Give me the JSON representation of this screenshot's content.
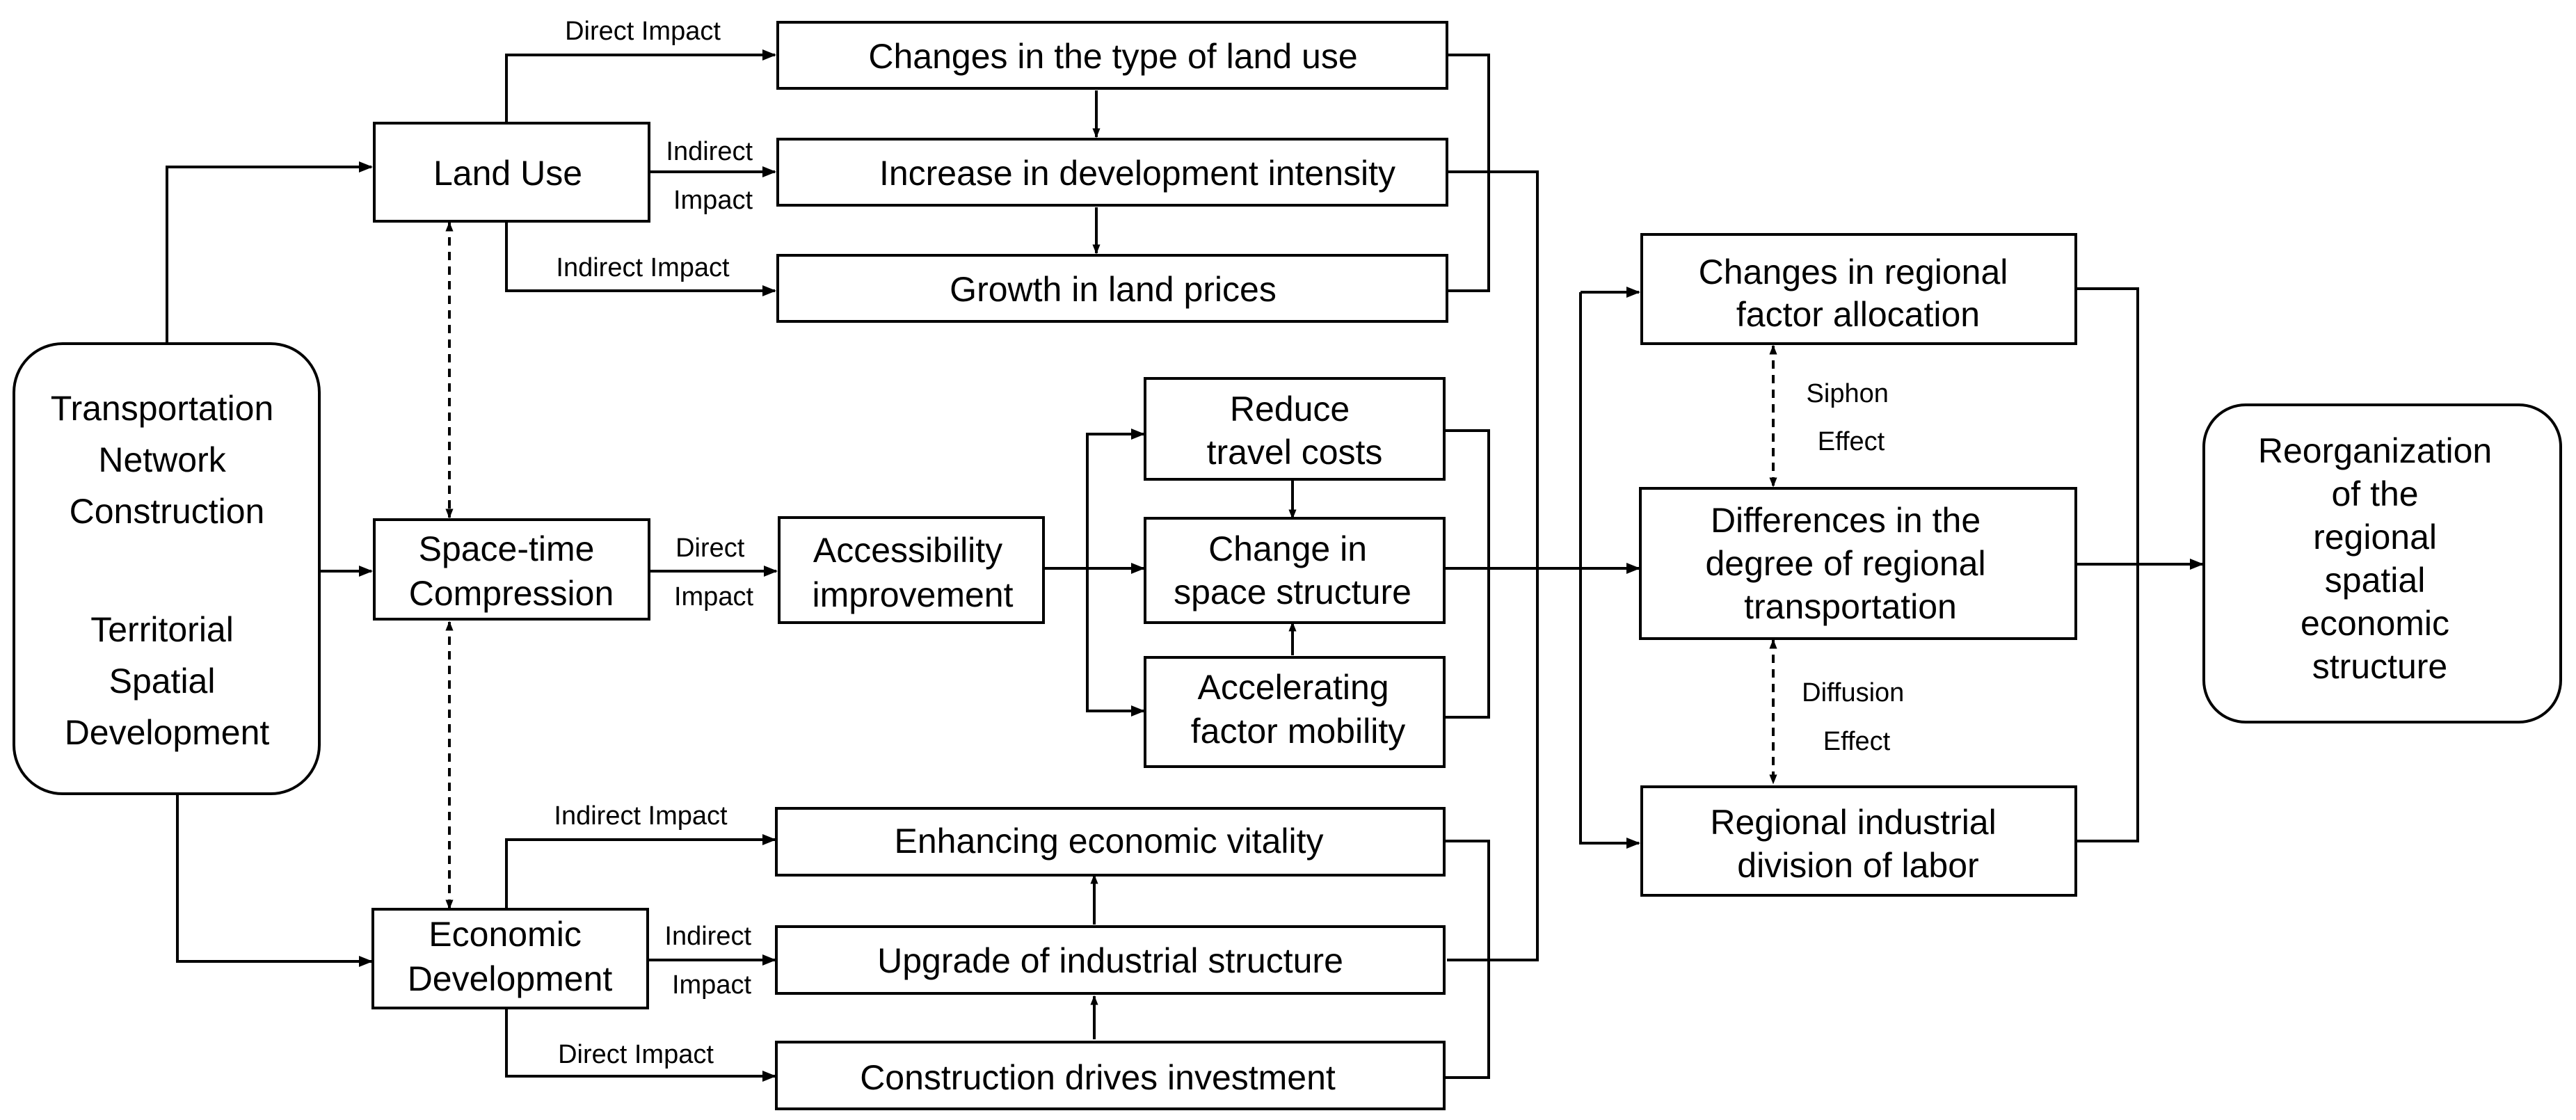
{
  "nodes": {
    "tn": {
      "lines": [
        "Transportation",
        "Network",
        "Construction"
      ]
    },
    "tsd": {
      "lines": [
        "Territorial",
        "Spatial",
        "Development"
      ]
    },
    "landuse": {
      "lines": [
        "Land Use"
      ]
    },
    "stc": {
      "lines": [
        "Space-time",
        "Compression"
      ]
    },
    "econ": {
      "lines": [
        "Economic",
        "Development"
      ]
    },
    "lu1": {
      "lines": [
        "Changes in the type of land use"
      ]
    },
    "lu2": {
      "lines": [
        "Increase in development intensity"
      ]
    },
    "lu3": {
      "lines": [
        "Growth in land prices"
      ]
    },
    "acc": {
      "lines": [
        "Accessibility",
        "improvement"
      ]
    },
    "rtc": {
      "lines": [
        "Reduce",
        "travel costs"
      ]
    },
    "css": {
      "lines": [
        "Change in",
        "space structure"
      ]
    },
    "afm": {
      "lines": [
        "Accelerating",
        "factor mobility"
      ]
    },
    "ev1": {
      "lines": [
        "Enhancing economic vitality"
      ]
    },
    "ev2": {
      "lines": [
        "Upgrade of industrial structure"
      ]
    },
    "ev3": {
      "lines": [
        "Construction drives investment"
      ]
    },
    "rfa": {
      "lines": [
        "Changes in regional",
        "factor allocation"
      ]
    },
    "drt": {
      "lines": [
        "Differences in the",
        "degree of regional",
        "transportation"
      ]
    },
    "rid": {
      "lines": [
        "Regional industrial",
        "division of labor"
      ]
    },
    "reorg": {
      "lines": [
        "Reorganization",
        "of the",
        "regional",
        "spatial",
        "economic",
        "structure"
      ]
    }
  },
  "edge_labels": {
    "lu_direct": {
      "lines": [
        "Direct Impact"
      ]
    },
    "lu_indirect1": {
      "lines": [
        "Indirect",
        "Impact"
      ]
    },
    "lu_indirect2": {
      "lines": [
        "Indirect  Impact"
      ]
    },
    "stc_direct": {
      "lines": [
        "Direct",
        "Impact"
      ]
    },
    "ec_indirect1": {
      "lines": [
        "Indirect  Impact"
      ]
    },
    "ec_indirect2": {
      "lines": [
        "Indirect",
        "Impact"
      ]
    },
    "ec_direct": {
      "lines": [
        "Direct Impact"
      ]
    },
    "siphon": {
      "lines": [
        "Siphon",
        "Effect"
      ]
    },
    "diffusion": {
      "lines": [
        "Diffusion",
        "Effect"
      ]
    }
  }
}
